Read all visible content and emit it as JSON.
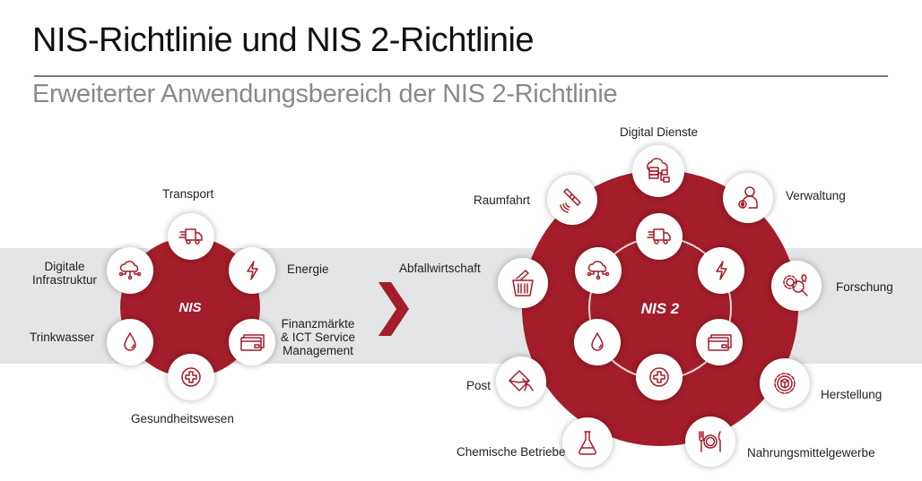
{
  "header": {
    "title": "NIS-Richtlinie und NIS 2-Richtlinie",
    "subtitle": "Erweiterter Anwendungsbereich der NIS 2-Richtlinie"
  },
  "colors": {
    "accent": "#a31d2a",
    "band": "#e3e5e6",
    "rule": "#6b7a80",
    "subtitle": "#8a8a8a"
  },
  "nis": {
    "center_label": "NIS",
    "sectors": [
      {
        "label": "Transport",
        "icon": "truck-icon"
      },
      {
        "label": "Energie",
        "icon": "lightning-icon"
      },
      {
        "label": "Finanzmärkte & ICT Service Management",
        "line1": "Finanzmärkte",
        "line2": "& ICT Service",
        "line3": "Management",
        "icon": "credit-card-icon"
      },
      {
        "label": "Gesundheitswesen",
        "icon": "medical-cross-icon"
      },
      {
        "label": "Trinkwasser",
        "icon": "water-drop-icon"
      },
      {
        "label": "Digitale Infrastruktur",
        "line1": "Digitale",
        "line2": "Infrastruktur",
        "icon": "cloud-network-icon"
      }
    ]
  },
  "transition": {
    "icon": "chevron-right-icon"
  },
  "nis2": {
    "center_label": "NIS 2",
    "inner_sectors": [
      {
        "icon": "truck-icon"
      },
      {
        "icon": "lightning-icon"
      },
      {
        "icon": "credit-card-icon"
      },
      {
        "icon": "medical-cross-icon"
      },
      {
        "icon": "water-drop-icon"
      },
      {
        "icon": "cloud-network-icon"
      }
    ],
    "outer_sectors": [
      {
        "label": "Digital Dienste",
        "icon": "cloud-server-icon"
      },
      {
        "label": "Verwaltung",
        "icon": "user-gear-icon"
      },
      {
        "label": "Forschung",
        "icon": "research-magnifier-icon"
      },
      {
        "label": "Herstellung",
        "icon": "gear-box-icon"
      },
      {
        "label": "Nahrungsmittelgewerbe",
        "icon": "plate-cutlery-icon"
      },
      {
        "label": "Chemische Betriebe",
        "icon": "flask-icon"
      },
      {
        "label": "Post",
        "icon": "envelope-hand-icon"
      },
      {
        "label": "Abfallwirtschaft",
        "icon": "waste-bin-icon"
      },
      {
        "label": "Raumfahrt",
        "icon": "satellite-icon"
      }
    ]
  }
}
